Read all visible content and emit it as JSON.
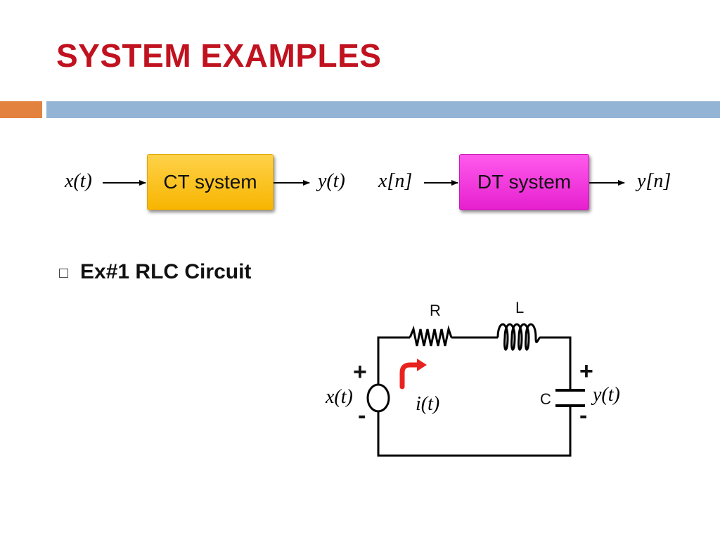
{
  "title": "SYSTEM EXAMPLES",
  "diagram": {
    "ct_input": "x(t)",
    "ct_system": "CT system",
    "ct_output": "y(t)",
    "dt_input": "x[n]",
    "dt_system": "DT system",
    "dt_output": "y[n]"
  },
  "bullet": {
    "text": "Ex#1 RLC Circuit"
  },
  "circuit": {
    "resistor_label": "R",
    "inductor_label": "L",
    "capacitor_label": "C",
    "source_label": "x(t)",
    "current_label": "i(t)",
    "output_label": "y(t)",
    "plus": "+",
    "minus": "-"
  },
  "colors": {
    "title": "#c0121f",
    "accent_orange": "#e3823e",
    "accent_blue": "#93b4d4",
    "ct_box": "#f7b500",
    "dt_box": "#e620cf",
    "current_arrow": "#e8231f"
  }
}
